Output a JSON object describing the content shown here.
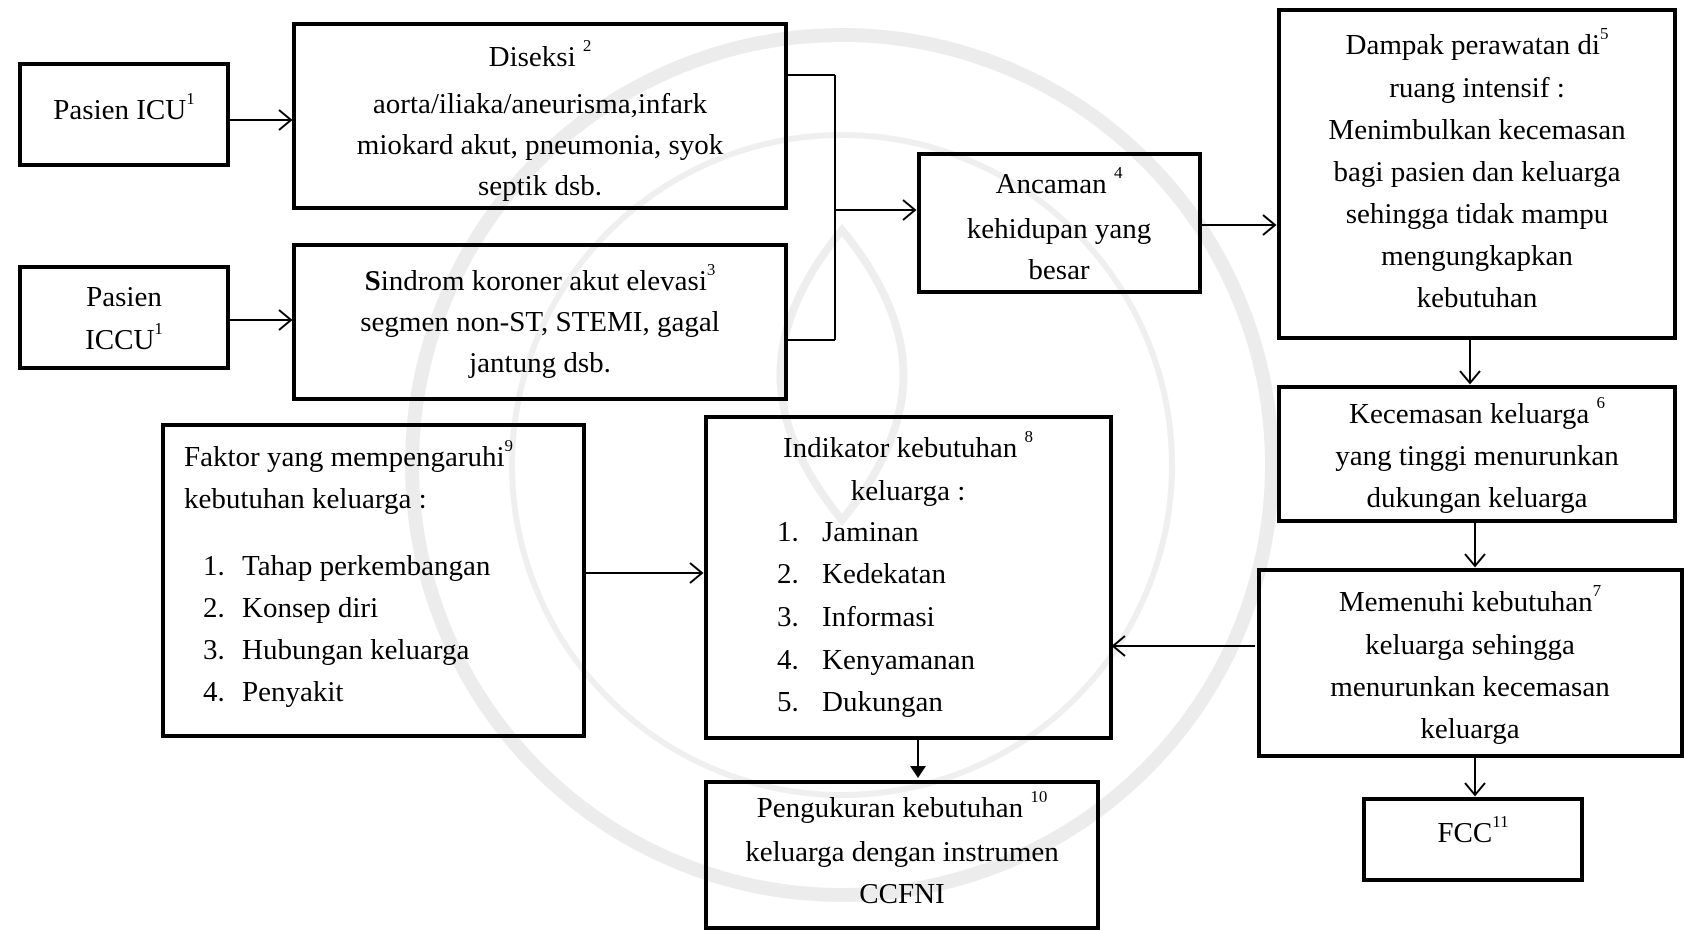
{
  "nodes": {
    "pasien_icu": {
      "text": "Pasien ICU",
      "ref": "1"
    },
    "pasien_iccu": {
      "line1": "Pasien",
      "line2": "ICCU",
      "ref": "1"
    },
    "diseksi": {
      "line1": "Diseksi",
      "ref": "2",
      "line2": "aorta/iliaka/aneurisma,infark",
      "line3": "miokard akut, pneumonia, syok",
      "line4": "septik dsb."
    },
    "sindrom": {
      "line1_bold": "S",
      "line1_rest": "indrom koroner akut elevasi",
      "ref": "3",
      "line2": "segmen non-ST, STEMI, gagal",
      "line3": "jantung dsb."
    },
    "ancaman": {
      "line1": "Ancaman",
      "ref": "4",
      "line2": "kehidupan yang",
      "line3": "besar"
    },
    "dampak": {
      "line1": "Dampak perawatan di",
      "ref": "5",
      "line2": "ruang intensif :",
      "line3": "Menimbulkan kecemasan",
      "line4": "bagi pasien dan keluarga",
      "line5": "sehingga tidak mampu",
      "line6": "mengungkapkan",
      "line7": "kebutuhan"
    },
    "kecemasan": {
      "line1": "Kecemasan keluarga",
      "ref": "6",
      "line2": "yang tinggi menurunkan",
      "line3": "dukungan keluarga"
    },
    "memenuhi": {
      "line1": "Memenuhi kebutuhan",
      "ref": "7",
      "line2": "keluarga sehingga",
      "line3": "menurunkan kecemasan",
      "line4": "keluarga"
    },
    "fcc": {
      "text": "FCC",
      "ref": "11"
    },
    "indikator": {
      "line1": "Indikator kebutuhan",
      "ref": "8",
      "line2": "keluarga :",
      "items": [
        "Jaminan",
        "Kedekatan",
        "Informasi",
        "Kenyamanan",
        "Dukungan"
      ],
      "nums": [
        "1.",
        "2.",
        "3.",
        "4.",
        "5."
      ]
    },
    "faktor": {
      "line1": "Faktor yang  mempengaruhi",
      "ref": "9",
      "line2": "kebutuhan keluarga :",
      "items": [
        "Tahap perkembangan",
        "Konsep diri",
        "Hubungan keluarga",
        "Penyakit"
      ],
      "nums": [
        "1.",
        "2.",
        "3.",
        "4."
      ]
    },
    "pengukuran": {
      "line1": "Pengukuran kebutuhan",
      "ref": "10",
      "line2": "keluarga dengan instrumen",
      "line3": "CCFNI"
    }
  },
  "colors": {
    "ink": "#000000",
    "watermark": "#e9e9e9"
  }
}
